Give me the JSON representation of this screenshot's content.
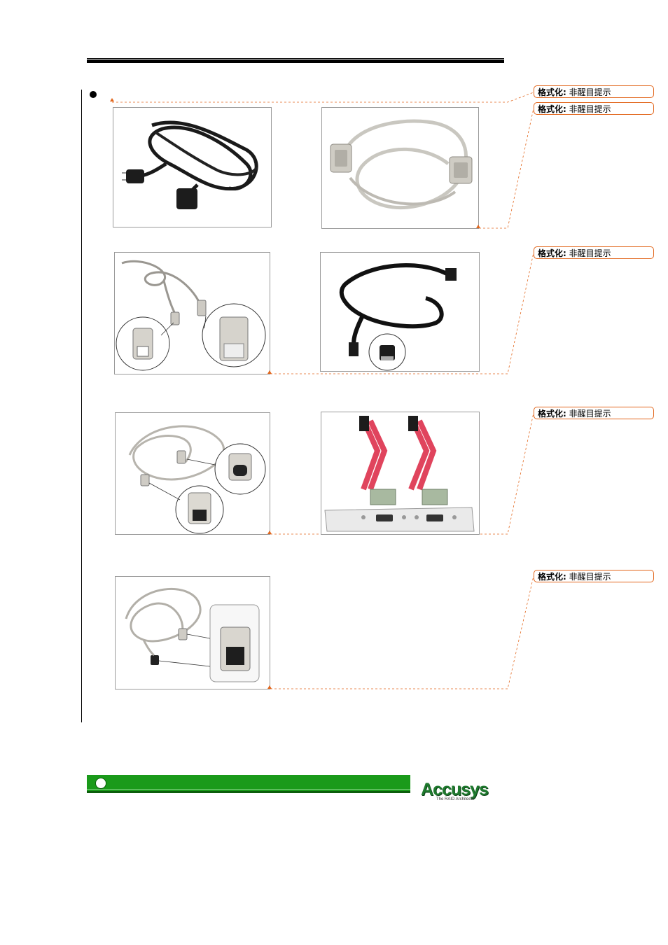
{
  "annotations": {
    "label": "格式化",
    "separator": ":",
    "value": "非醒目提示",
    "items": [
      {
        "id": "comment-1"
      },
      {
        "id": "comment-2"
      },
      {
        "id": "comment-3"
      },
      {
        "id": "comment-4"
      },
      {
        "id": "comment-5"
      }
    ]
  },
  "photos": [
    {
      "name": "power-cord-photo",
      "subject": "black AC power cord"
    },
    {
      "name": "serial-cable-photo",
      "subject": "grey DB9 serial cable"
    },
    {
      "name": "usb-cable-photo",
      "subject": "USB A-to-B cable"
    },
    {
      "name": "esata-cable-photo",
      "subject": "black eSATA cable"
    },
    {
      "name": "firewire-cable-photo",
      "subject": "FireWire 800-to-400 cable"
    },
    {
      "name": "sata-bracket-photo",
      "subject": "SATA to eSATA bracket"
    },
    {
      "name": "firewire800-cable-photo",
      "subject": "FireWire 800 cable"
    }
  ],
  "footer": {
    "brand": "Accusys",
    "tagline": "The RAID Architects",
    "colors": {
      "bar": "#1a9a1a",
      "brand": "#1f7a2e",
      "annotation": "#e2661c"
    }
  }
}
